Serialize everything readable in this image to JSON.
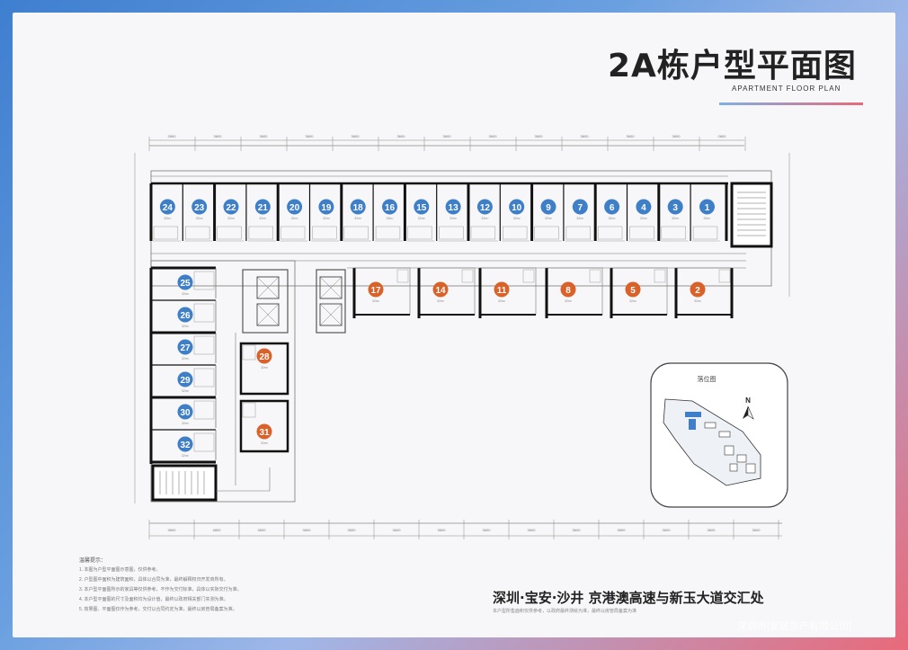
{
  "title": "2A栋户型平面图",
  "subtitle": "APARTMENT FLOOR PLAN",
  "key_plan_label": "落位图",
  "north_label": "N",
  "location": "深圳·宝安·沙井 京港澳高速与新玉大道交汇处",
  "location_sub": "本户型所售面积仅供参考，以政府最终测绘为准，最终以房管局备案为准",
  "watermark": "深圳市[安居房产有限公司]",
  "notes_title": "温馨提示：",
  "notes": [
    "1. 本图为户型平面图示意图，仅供参考。",
    "2. 户型图中面积为建筑面积，具体以合同为准，最终解释权归开发商所有。",
    "3. 本户型平面图所示的家具等仅供参考，不作为交付标准，具体以实际交付为准。",
    "4. 本户型平面图的尺寸及面积均为设计值，最终以政府相关部门实测为准。",
    "5. 效果图、平面图仅作为参考，交付以合同约定为准，最终以房管局备案为准。"
  ],
  "units_top": [
    "24",
    "23",
    "22",
    "21",
    "20",
    "19",
    "18",
    "16",
    "15",
    "13",
    "12",
    "10",
    "9",
    "7",
    "6",
    "4",
    "3",
    "1"
  ],
  "units_middle": [
    "17",
    "14",
    "11",
    "8",
    "5",
    "2"
  ],
  "units_left": [
    "25",
    "26",
    "27",
    "29",
    "30",
    "32"
  ],
  "units_core": [
    "28",
    "31"
  ],
  "unit_area_label": "32m²",
  "dim_labels_top": [
    "2800",
    "3600",
    "3600",
    "3600",
    "3600",
    "3600",
    "3600",
    "3600",
    "3600",
    "3600",
    "3600",
    "3600",
    "2800"
  ],
  "dim_labels_bottom": [
    "3600",
    "4800",
    "3600",
    "3600",
    "3600",
    "3600",
    "3600",
    "3600",
    "3600",
    "3600",
    "3600",
    "3600",
    "3600",
    "3600"
  ],
  "colors": {
    "blue_unit": "#3e7fc8",
    "orange_unit": "#d9622b",
    "wall": "#111111"
  }
}
